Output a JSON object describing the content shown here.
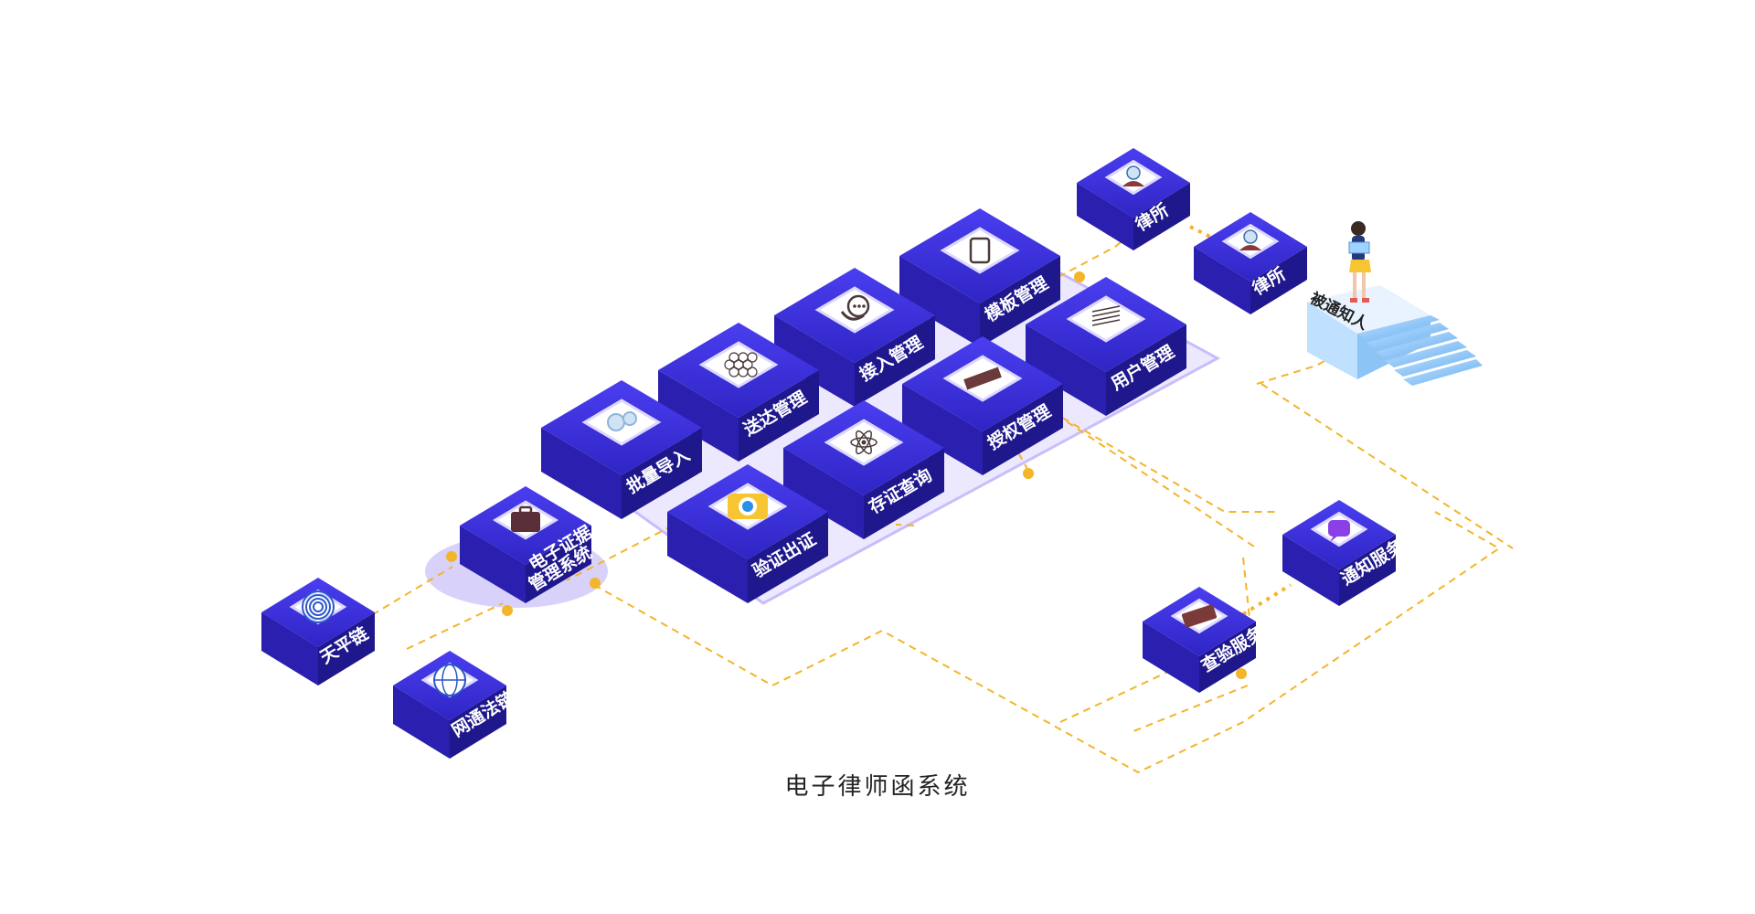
{
  "caption": "电子律师函系统",
  "modules": {
    "batch_import": "批量导入",
    "delivery_mgmt": "送达管理",
    "access_mgmt": "接入管理",
    "template_mgmt": "模板管理",
    "verify_issue": "验证出证",
    "evidence_query": "存证查询",
    "authorization_mgmt": "授权管理",
    "user_mgmt": "用户管理"
  },
  "evidence_system": [
    "电子证据",
    "管理系统"
  ],
  "chains": {
    "tianping": "天平链",
    "wangtong": "网通法链"
  },
  "law_firms": [
    "律所",
    "律所"
  ],
  "recipient": "被通知人",
  "services": {
    "notification": "通知服务",
    "inspection": "查验服务"
  },
  "colors": {
    "block_top": "#3c2fd9",
    "block_side_left": "#3122b2",
    "block_side_right": "#251a90",
    "platform": "#ece9ff",
    "dashed_line": "#f3b52a",
    "icon_tile": "#ffffff"
  },
  "icons": {
    "batch_import": "gears-icon",
    "delivery_mgmt": "hexagon-grid-icon",
    "access_mgmt": "headset-chat-icon",
    "template_mgmt": "tablet-icon",
    "verify_issue": "camera-icon",
    "evidence_query": "atom-icon",
    "authorization_mgmt": "ruler-icon",
    "user_mgmt": "list-lines-icon",
    "evidence_system": "briefcase-icon",
    "tianping": "fingerprint-icon",
    "wangtong": "globe-icon",
    "law_firm": "lawyer-icon",
    "notification": "chat-bubble-icon",
    "inspection": "keyboard-icon"
  }
}
